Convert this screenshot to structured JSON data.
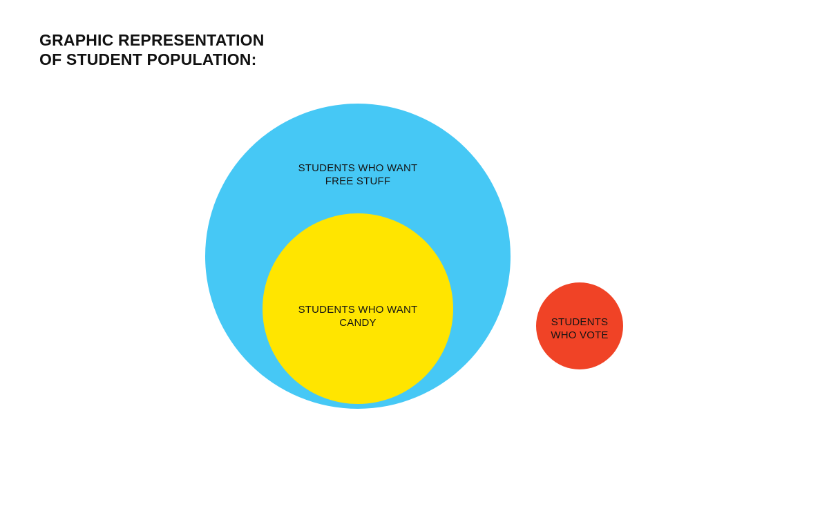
{
  "title": {
    "line1": "GRAPHIC REPRESENTATION",
    "line2": "OF STUDENT POPULATION:"
  },
  "diagram": {
    "sets": [
      {
        "id": "free-stuff",
        "label_line1": "STUDENTS WHO WANT",
        "label_line2": "FREE STUFF",
        "color": "#46C8F5"
      },
      {
        "id": "candy",
        "label_line1": "STUDENTS WHO WANT",
        "label_line2": "CANDY",
        "color": "#FFE500"
      },
      {
        "id": "vote",
        "label_line1": "STUDENTS",
        "label_line2": "WHO VOTE",
        "color": "#F04326"
      }
    ]
  }
}
